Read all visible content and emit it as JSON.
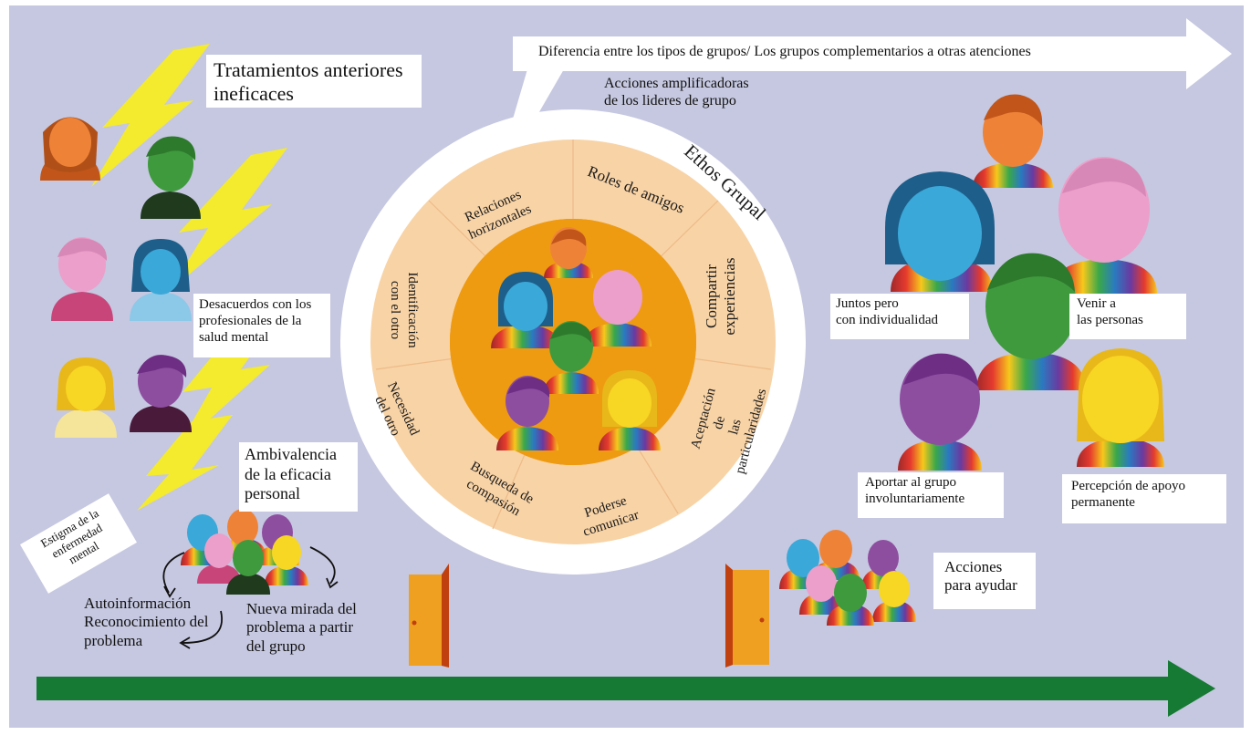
{
  "top_arrow_text": "Diferencia entre los tipos de grupos/ Los grupos complementarios a otras atenciones",
  "leaders_actions": [
    "Acciones amplificadoras",
    "de los lideres de grupo"
  ],
  "ethos_title": "Ethos Grupal",
  "left_labels": {
    "previous_treatments": [
      "Tratamientos anteriores",
      "ineficaces"
    ],
    "disagreements": [
      "Desacuerdos con los",
      "profesionales de la",
      "salud mental"
    ],
    "ambivalence": [
      "Ambivalencia",
      "de la eficacia",
      "personal"
    ],
    "stigma": [
      "Estigma de la",
      "enfermedad",
      "mental"
    ],
    "self_information": [
      "Autoinformación",
      "Reconocimiento del",
      "problema"
    ],
    "new_look": [
      "Nueva mirada del",
      "problema a partir",
      "del grupo"
    ]
  },
  "ring_segments": {
    "relaciones": [
      "Relaciones",
      "horizontales"
    ],
    "roles": [
      "Roles de amigos"
    ],
    "compartir": [
      "Compartir",
      "experiencias"
    ],
    "aceptacion": [
      "Aceptación",
      "de",
      "las",
      "particularidades"
    ],
    "poderse": [
      "Poderse",
      "comunicar"
    ],
    "busqueda": [
      "Busqueda de",
      "compasión"
    ],
    "necesidad": [
      "Necesidad",
      "del otro"
    ],
    "identificacion": [
      "Identificación",
      "con el otro"
    ]
  },
  "right_labels": {
    "juntos": [
      "Juntos pero",
      "con individualidad"
    ],
    "venir": [
      "Venir a",
      "las personas"
    ],
    "aportar": [
      "Aportar al grupo",
      "involuntariamente"
    ],
    "percepcion": [
      "Percepción de apoyo",
      "permanente"
    ],
    "acciones_ayudar": [
      "Acciones",
      "para ayudar"
    ]
  },
  "colors": {
    "background": "#c5c8e0",
    "arrow_green": "#167a34",
    "ring_outer": "#f8d3a6",
    "ring_inner": "#ee9b12",
    "lightning": "#f4ea2e",
    "door": "#f0a020",
    "door_edge": "#c04010"
  },
  "icons": [
    "lightning-icon",
    "person-icon",
    "door-icon",
    "curved-arrow-icon"
  ]
}
